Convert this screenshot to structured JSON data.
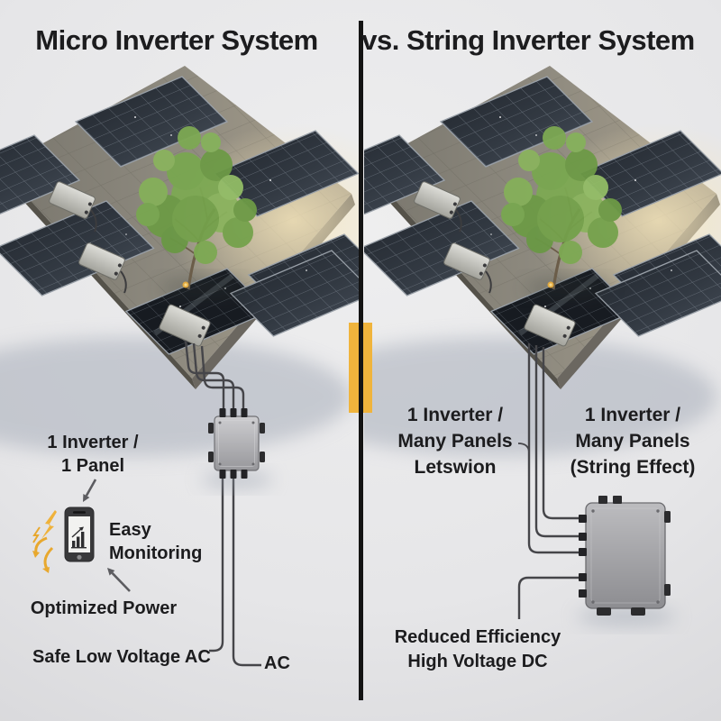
{
  "header": {
    "left_title": "Micro Inverter System",
    "right_title": "vs. String Inverter System"
  },
  "left_side": {
    "ratio_label": {
      "line1": "1 Inverter /",
      "line2": "1 Panel"
    },
    "monitoring_label": {
      "line1": "Easy",
      "line2": "Monitoring"
    },
    "optimized_label": "Optimized Power",
    "safe_ac_label": "Safe Low Voltage AC",
    "ac_label": "AC"
  },
  "right_side": {
    "ratio_label_a": {
      "line1": "1 Inverter /",
      "line2": "Many Panels",
      "line3": "Letswion"
    },
    "ratio_label_b": {
      "line1": "1 Inverter /",
      "line2": "Many Panels",
      "line3": "(String Effect)"
    },
    "efficiency_label": {
      "line1": "Reduced Efficiency",
      "line2": "High Voltage DC"
    }
  },
  "icons": {
    "smartphone": "smartphone-monitoring-icon",
    "sparks": "energy-sparks-icon",
    "arrow": "pointer-arrow-icon"
  },
  "colors": {
    "background": "#e6e6e8",
    "divider": "#141414",
    "accent_bar": "#f0b43c",
    "text": "#1c1c1e",
    "solar_panel": "#2b313a",
    "roof": "#8b877c",
    "inverter_box": "#a9a9ad",
    "tree": "#7aa24f",
    "wire": "#454549"
  }
}
